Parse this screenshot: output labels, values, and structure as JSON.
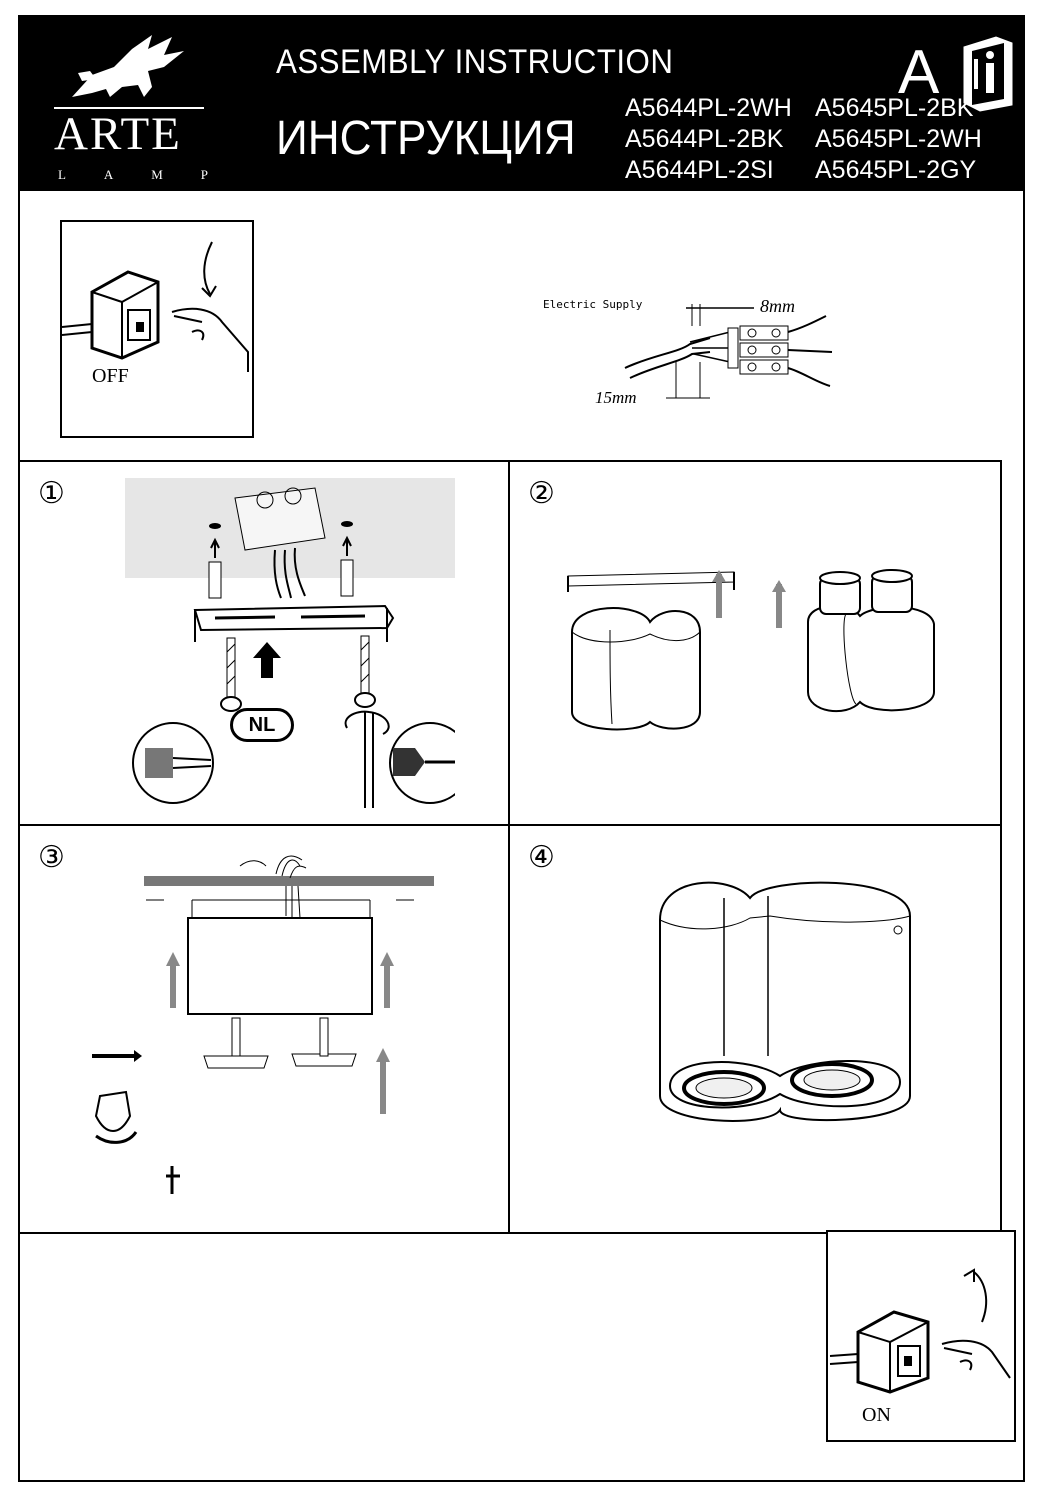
{
  "header": {
    "brand": "ARTE",
    "brand_sub": [
      "L",
      "A",
      "M",
      "P"
    ],
    "title_en": "ASSEMBLY  INSTRUCTION",
    "title_ru": "ИНСТРУКЦИЯ",
    "badge_letter": "A",
    "models": [
      "A5644PL-2WH",
      "A5645PL-2BK",
      "A5644PL-2BK",
      "A5645PL-2WH",
      "A5644PL-2SI",
      "A5645PL-2GY"
    ]
  },
  "intro": {
    "switch_off_label": "OFF",
    "wiring": {
      "supply_label": "Electric Supply",
      "strip_label": "8mm",
      "insulation_label": "15mm"
    }
  },
  "steps": [
    {
      "number": "①",
      "badge": "NL"
    },
    {
      "number": "②"
    },
    {
      "number": "③"
    },
    {
      "number": "④"
    }
  ],
  "footer": {
    "switch_on_label": "ON"
  }
}
